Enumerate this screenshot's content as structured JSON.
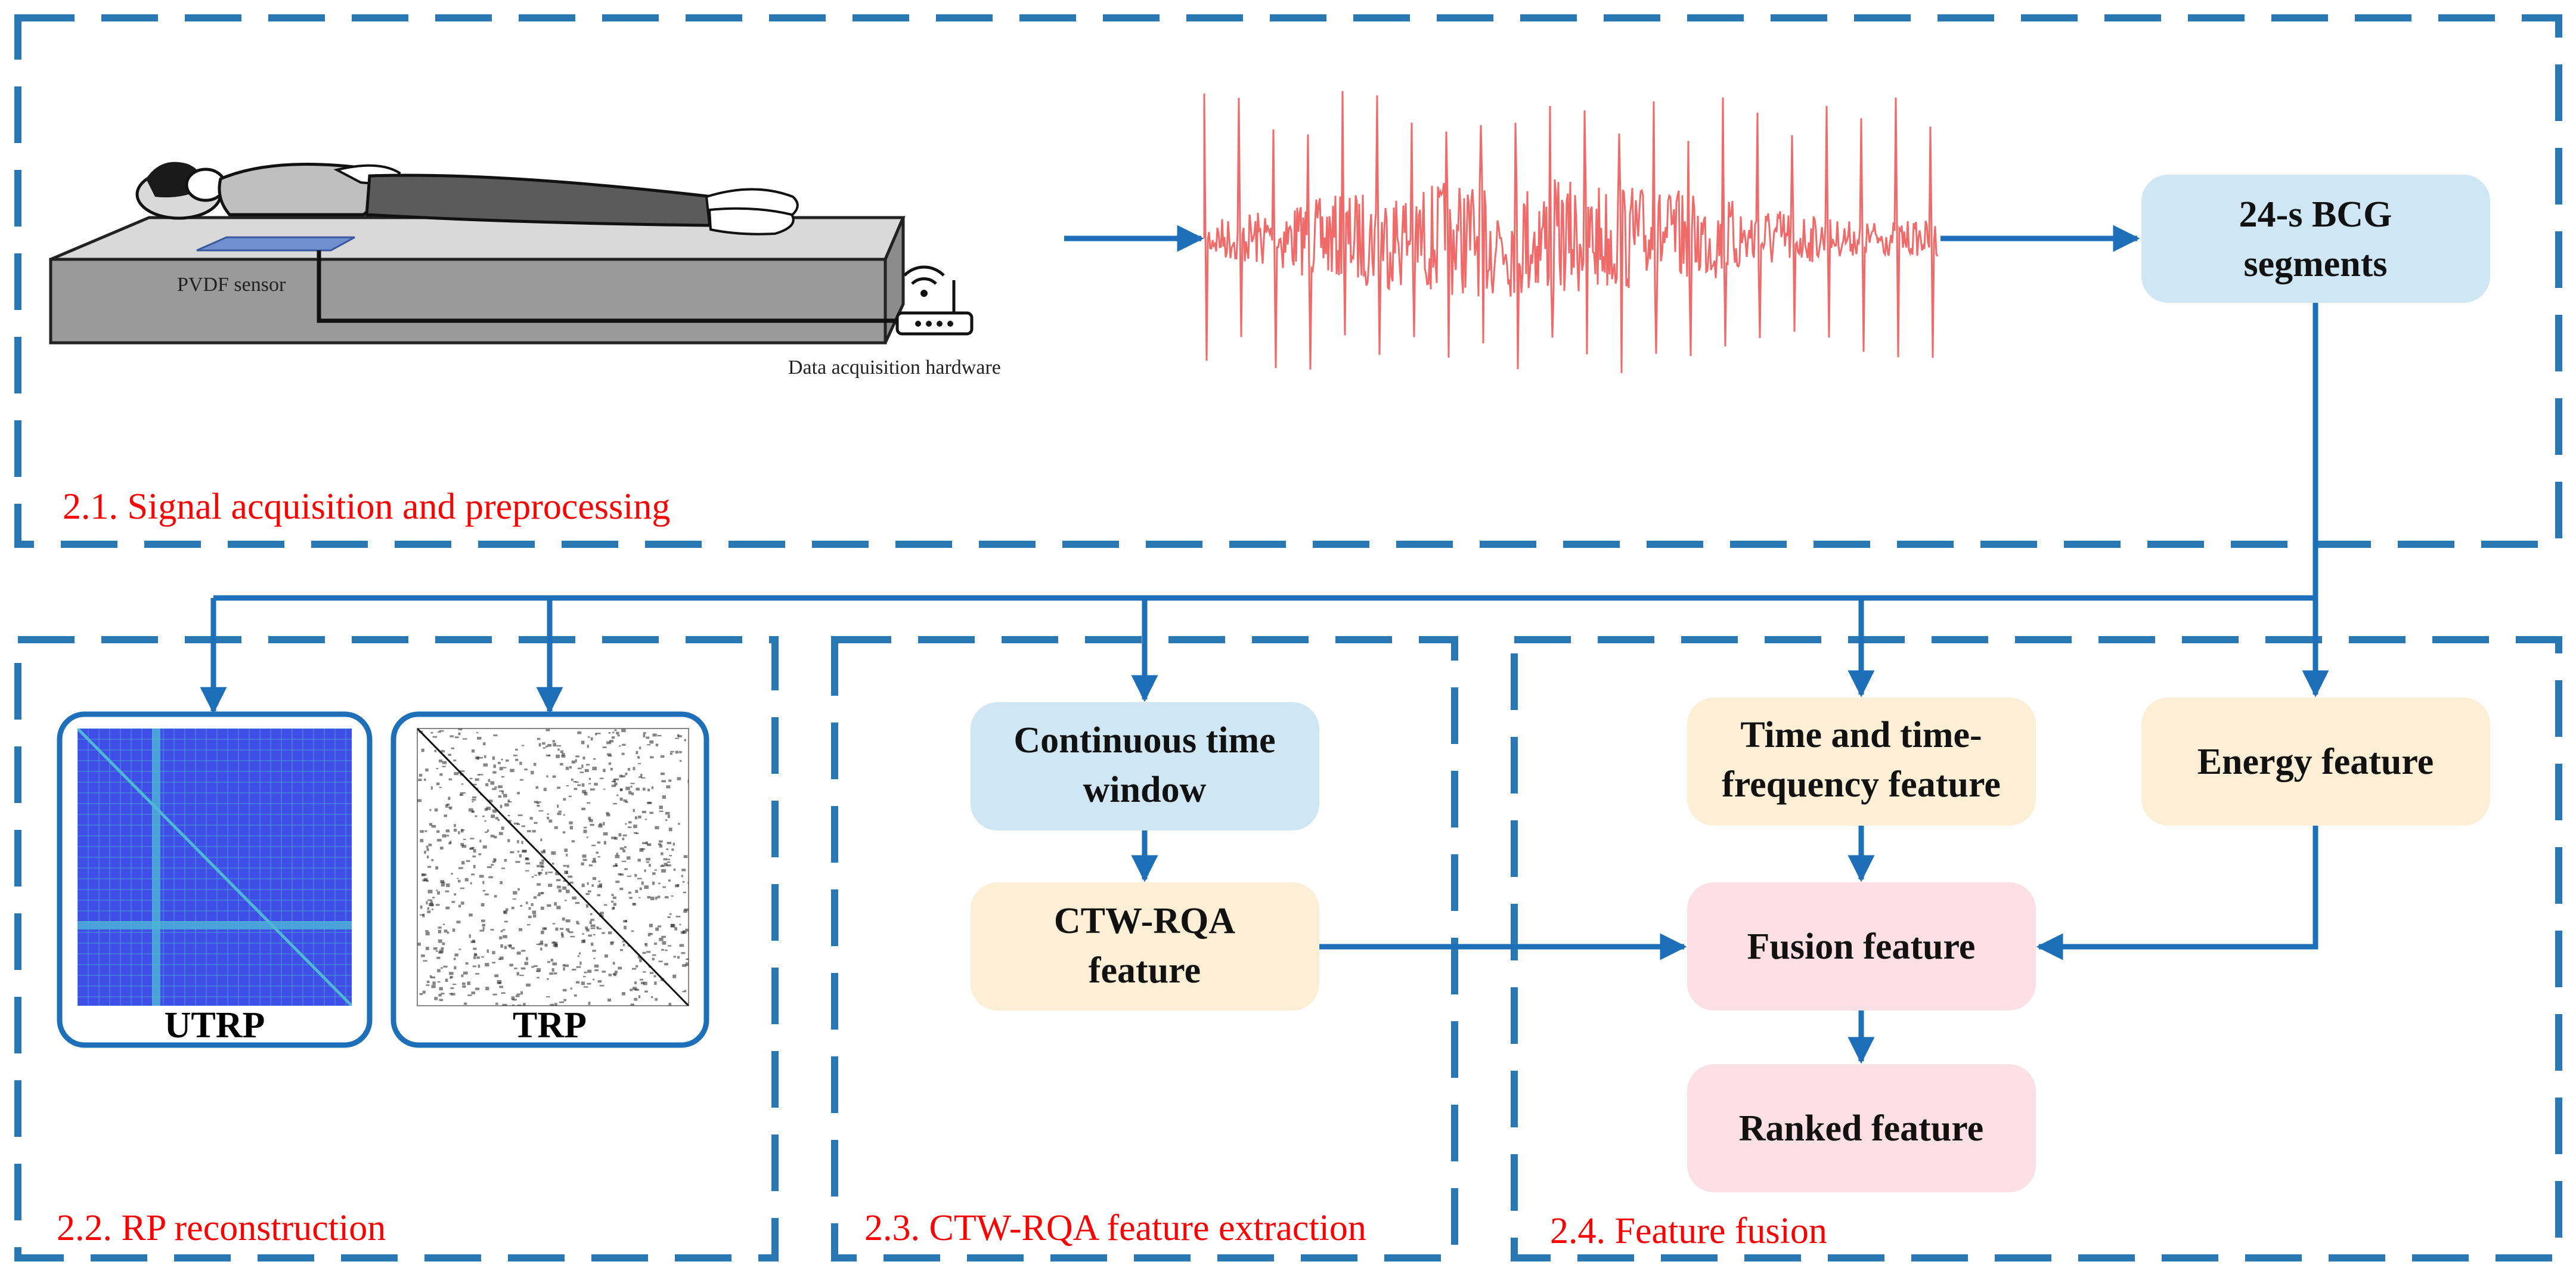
{
  "colors": {
    "frame": "#2a78b3",
    "arrow": "#1c6fb8",
    "label_red": "#ff0000",
    "blue_box": "#cfe6f4",
    "yellow_box": "#fcefd5",
    "pink_box": "#fde0e6",
    "signal": "#f06a6a",
    "utrp_fill": "#3f4ee6",
    "utrp_band": "#4fb7d6"
  },
  "sections": {
    "s21": "2.1. Signal acquisition and preprocessing",
    "s22": "2.2. RP reconstruction",
    "s23": "2.3. CTW-RQA feature extraction",
    "s24": "2.4. Feature fusion"
  },
  "acquisition": {
    "sensor_label": "PVDF  sensor",
    "hardware_label": "Data acquisition hardware",
    "person_icon": "lying-person-icon",
    "router_icon": "router-wifi-icon"
  },
  "boxes": {
    "bcg": [
      "24-s BCG",
      "segments"
    ],
    "ctw": [
      "Continuous time",
      "window"
    ],
    "ctwrqa": [
      "CTW-RQA",
      "feature"
    ],
    "timefreq": [
      "Time and time-",
      "frequency feature"
    ],
    "energy": [
      "Energy feature"
    ],
    "fusion": [
      "Fusion  feature"
    ],
    "ranked": [
      "Ranked  feature"
    ]
  },
  "plots": {
    "utrp": "UTRP",
    "trp": "TRP"
  }
}
